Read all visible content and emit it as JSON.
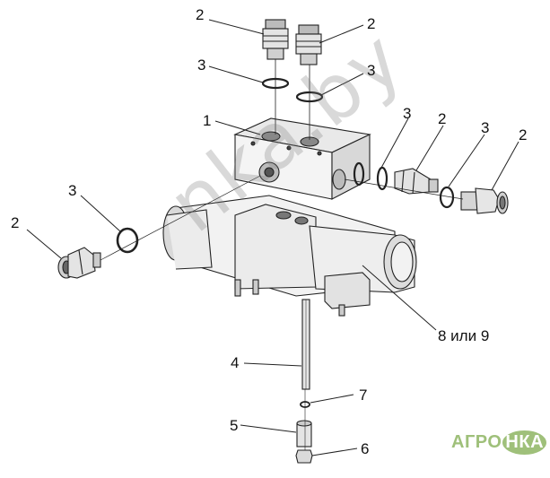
{
  "callouts": {
    "c1": "1",
    "c2a": "2",
    "c2b": "2",
    "c2c": "2",
    "c2d": "2",
    "c2e": "2",
    "c3a": "3",
    "c3b": "3",
    "c3c": "3",
    "c3d": "3",
    "c3e": "3",
    "c4": "4",
    "c5": "5",
    "c6": "6",
    "c7": "7",
    "c89": "8 или 9"
  },
  "watermark": "nka.by",
  "logo": {
    "agro": "АГРО",
    "ka": "НКА"
  }
}
